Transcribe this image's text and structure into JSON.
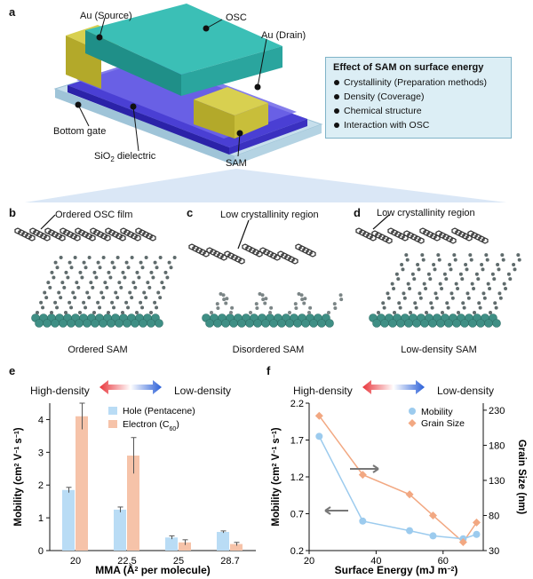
{
  "panel_labels": {
    "a": "a",
    "b": "b",
    "c": "c",
    "d": "d",
    "e": "e",
    "f": "f"
  },
  "device": {
    "source": "Au (Source)",
    "osc": "OSC",
    "drain": "Au (Drain)",
    "bottom_gate": "Bottom gate",
    "dielectric": "SiO",
    "dielectric_sub": "2",
    "dielectric_suffix": " dielectric",
    "sam": "SAM"
  },
  "effect_box": {
    "title": "Effect of SAM on surface energy",
    "items": [
      "Crystallinity (Preparation methods)",
      "Density (Coverage)",
      "Chemical structure",
      "Interaction with OSC"
    ]
  },
  "structures": {
    "b": {
      "annotation": "Ordered OSC film",
      "caption": "Ordered SAM"
    },
    "c": {
      "annotation": "Low crystallinity region",
      "caption": "Disordered SAM"
    },
    "d": {
      "annotation": "Low crystallinity region",
      "caption": "Low-density SAM"
    }
  },
  "density_arrow": {
    "left": "High-density",
    "right": "Low-density"
  },
  "colors": {
    "hole": "#b9dcf5",
    "electron": "#f6c3a9",
    "mobility": "#9ccbee",
    "grain": "#f2a882",
    "teal": "#3f8f85",
    "osc": "#2a2a2a"
  },
  "chart_data": [
    {
      "type": "bar",
      "categories": [
        "20",
        "22.5",
        "25",
        "28.7"
      ],
      "series": [
        {
          "name": "Hole (Pentacene)",
          "values": [
            1.85,
            1.25,
            0.4,
            0.57
          ],
          "errors": [
            0.08,
            0.08,
            0.05,
            0.03
          ]
        },
        {
          "name": "Electron (C",
          "name_sub": "60",
          "name_suffix": ")",
          "values": [
            4.1,
            2.9,
            0.25,
            0.2
          ],
          "errors": [
            0.4,
            0.55,
            0.08,
            0.05
          ]
        }
      ],
      "xlabel": "MMA (Å",
      "xlabel_sup": "2",
      "xlabel_suffix": " per molecule)",
      "ylabel": "Mobility (cm",
      "ylabel_sup1": "2",
      "ylabel_mid": " V",
      "ylabel_sup2": "−1",
      "ylabel_mid2": " s",
      "ylabel_sup3": "−1",
      "ylabel_suffix": ")",
      "ylim": [
        0,
        4.5
      ],
      "yticks": [
        "0",
        "1",
        "2",
        "3",
        "4"
      ]
    },
    {
      "type": "line",
      "series": [
        {
          "name": "Mobility",
          "x": [
            23,
            36,
            50,
            57,
            66,
            70
          ],
          "y": [
            1.75,
            0.6,
            0.47,
            0.4,
            0.36,
            0.42
          ]
        },
        {
          "name": "Grain Size",
          "x": [
            23,
            36,
            50,
            57,
            66,
            70
          ],
          "y": [
            222,
            138,
            110,
            80,
            42,
            70
          ]
        }
      ],
      "xlabel": "Surface Energy (mJ m",
      "xlabel_sup": "−2",
      "xlabel_suffix": ")",
      "ylabel_left": "Mobility (cm",
      "ylabel_right": "Grain Size (nm)",
      "xlim": [
        20,
        72
      ],
      "ylim_left": [
        0.2,
        2.2
      ],
      "ylim_right": [
        30,
        240
      ],
      "xticks": [
        "20",
        "40",
        "60"
      ],
      "yticks_left": [
        "0.2",
        "0.7",
        "1.2",
        "1.7",
        "2.2"
      ],
      "yticks_right": [
        "30",
        "80",
        "130",
        "180",
        "230"
      ]
    }
  ]
}
